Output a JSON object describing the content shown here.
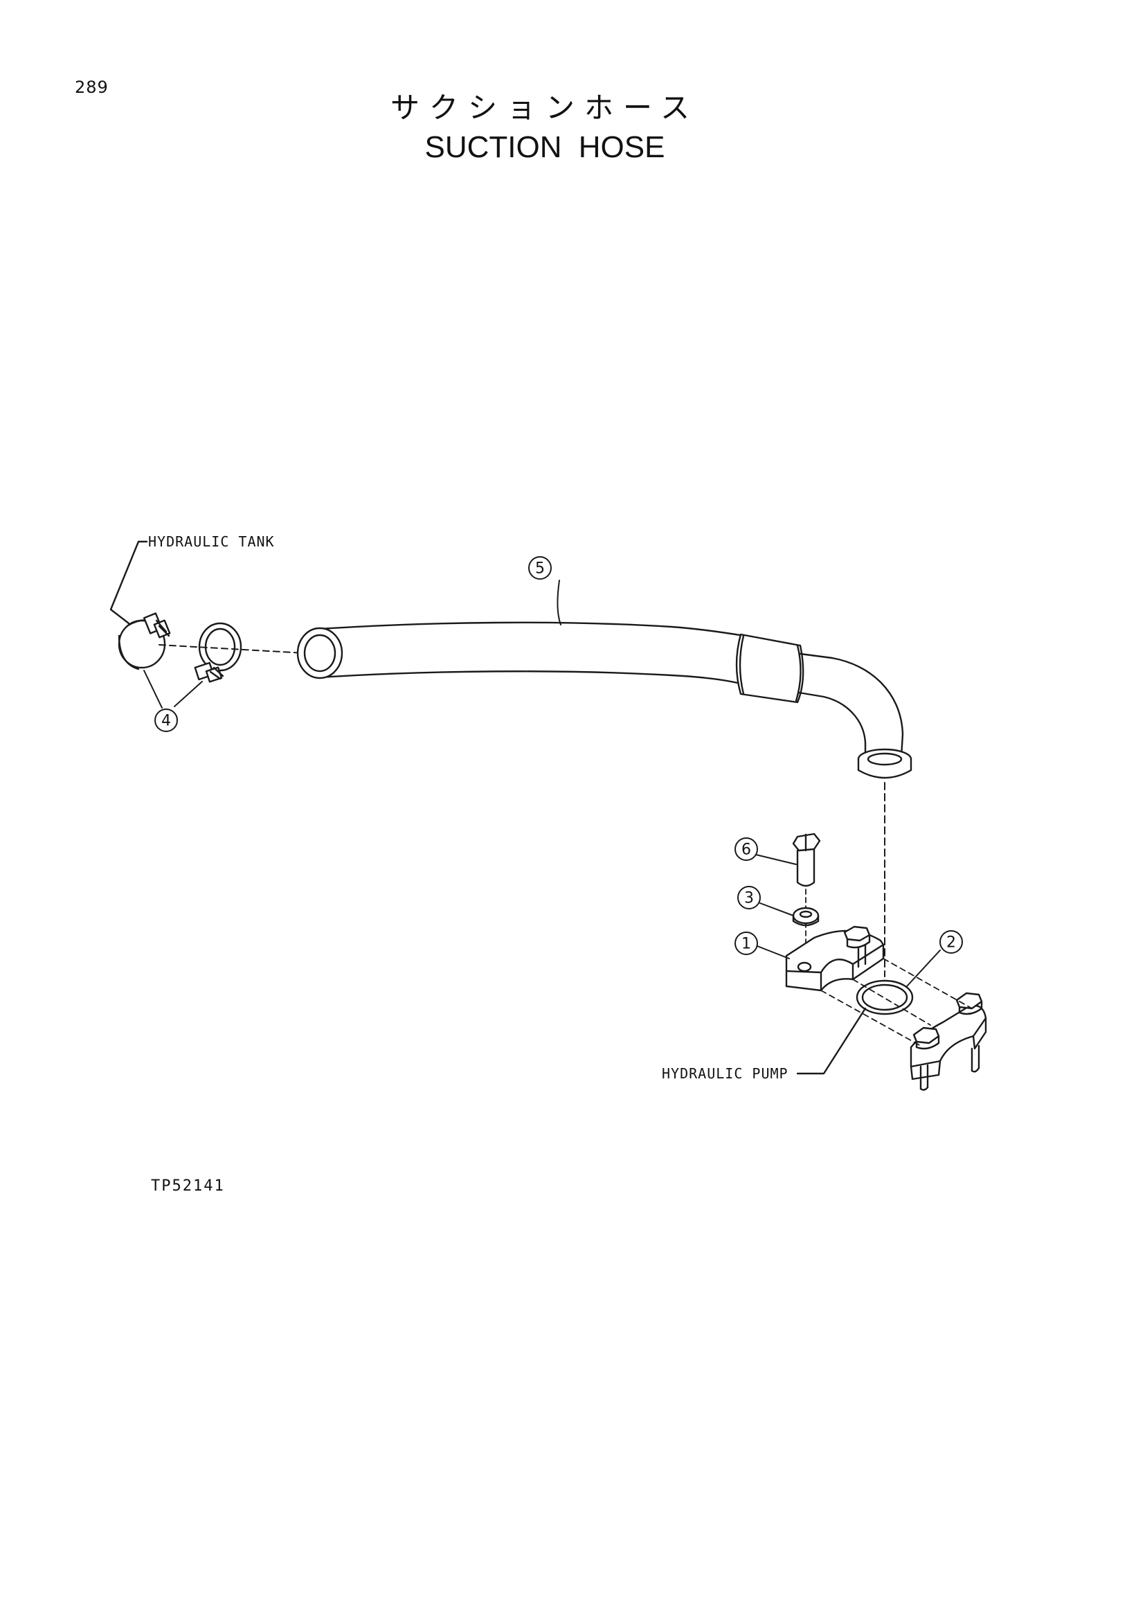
{
  "page": {
    "number": "289",
    "title_ja": "サクションホース",
    "title_en": "SUCTION HOSE",
    "drawing_code": "TP52141"
  },
  "labels": {
    "tank": "HYDRAULIC TANK",
    "pump": "HYDRAULIC PUMP"
  },
  "callouts": [
    "1",
    "2",
    "3",
    "4",
    "5",
    "6"
  ],
  "colors": {
    "line": "#1a1a1a",
    "paper": "#ffffff"
  }
}
